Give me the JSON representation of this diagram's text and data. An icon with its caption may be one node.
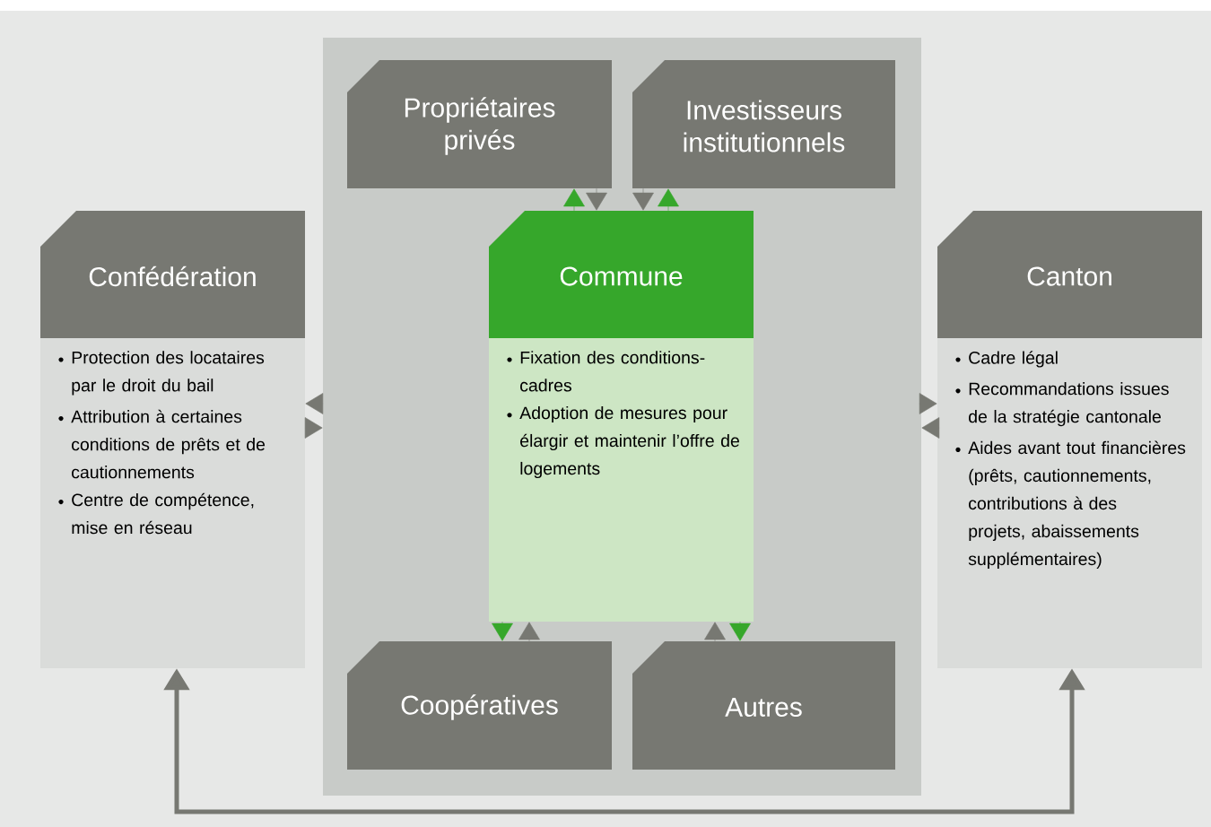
{
  "diagram": {
    "nodes": [
      {
        "text": [
          "Confédération",
          "Protection des locataires par le droit du bail",
          "Attribution à certaines conditions de prêts et de cautionnements",
          "Centre de compétence, mise en réseau"
        ]
      },
      {
        "text": [],
        "shape": "box"
      },
      {
        "text": [
          "Propriétaires privés"
        ],
        "in": 1
      },
      {
        "text": [
          "Investisseurs institutionnels"
        ],
        "in": 1
      },
      {
        "text": [
          "Commune",
          "Fixation des conditions-cadres",
          "Adoption de mesures pour élargir et maintenir l’offre de logements"
        ],
        "in": 1
      },
      {
        "text": [
          "Coopératives"
        ],
        "in": 1
      },
      {
        "text": [
          "Autres"
        ],
        "in": 1
      },
      {
        "text": [
          "Canton",
          "Cadre légal",
          "Recommandations issues de la stratégie cantonale",
          "Aides avant tout financières (prêts, cautionnements, contributions à des projets, abaissements supplémentaires)"
        ]
      }
    ],
    "edges": [
      {
        "from": 4,
        "to": 2,
        "arrow": "to",
        "color": "#36a72b"
      },
      {
        "from": 2,
        "to": 4,
        "arrow": "to"
      },
      {
        "from": 3,
        "to": 4,
        "arrow": "to"
      },
      {
        "from": 4,
        "to": 3,
        "arrow": "to",
        "color": "#36a72b"
      },
      {
        "from": 4,
        "to": 5,
        "arrow": "to",
        "color": "#36a72b"
      },
      {
        "from": 5,
        "to": 4,
        "arrow": "to"
      },
      {
        "from": 6,
        "to": 4,
        "arrow": "to"
      },
      {
        "from": 4,
        "to": 6,
        "arrow": "to",
        "color": "#36a72b"
      },
      {
        "from": 1,
        "to": 0,
        "arrow": "to"
      },
      {
        "from": 0,
        "to": 1,
        "arrow": "to"
      },
      {
        "from": 1,
        "to": 7,
        "arrow": "to"
      },
      {
        "from": 7,
        "to": 1,
        "arrow": "to"
      },
      {
        "from": 7,
        "to": 0,
        "arrow": "both",
        "style": "thick"
      }
    ]
  }
}
